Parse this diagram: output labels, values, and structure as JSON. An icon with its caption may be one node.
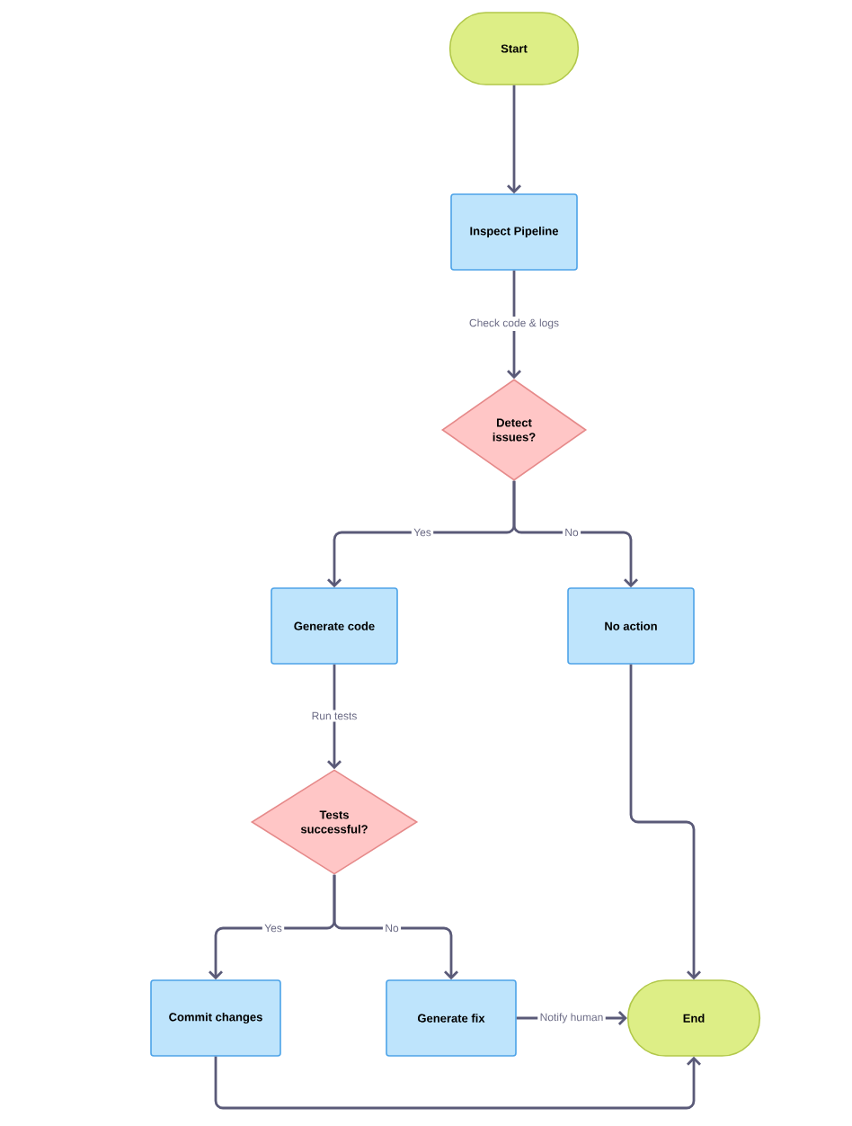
{
  "diagram": {
    "nodes": [
      {
        "text": [
          "Start"
        ]
      },
      {
        "text": [
          "Inspect Pipeline"
        ]
      },
      {
        "text": [
          "Detect issues?"
        ]
      },
      {
        "text": [
          "Generate code"
        ]
      },
      {
        "text": [
          "No action"
        ]
      },
      {
        "text": [
          "Tests successful?"
        ]
      },
      {
        "text": [
          "Commit changes"
        ]
      },
      {
        "text": [
          "Generate fix"
        ]
      },
      {
        "text": [
          "End"
        ]
      }
    ],
    "edges": [
      {
        "from": 0,
        "to": 1,
        "arrow": "to"
      },
      {
        "from": 1,
        "to": 2,
        "arrow": "to",
        "label": "Check code & logs"
      },
      {
        "from": 2,
        "to": 3,
        "arrow": "to",
        "label": "Yes"
      },
      {
        "from": 2,
        "to": 4,
        "arrow": "to",
        "label": "No"
      },
      {
        "from": 3,
        "to": 5,
        "arrow": "to",
        "label": "Run tests"
      },
      {
        "from": 4,
        "to": 8,
        "arrow": "to"
      },
      {
        "from": 5,
        "to": 6,
        "arrow": "to",
        "label": "Yes"
      },
      {
        "from": 5,
        "to": 7,
        "arrow": "to",
        "label": "No"
      },
      {
        "from": 7,
        "to": 8,
        "arrow": "to",
        "label": "Notify human"
      },
      {
        "from": 6,
        "to": 8,
        "arrow": "to"
      }
    ]
  }
}
